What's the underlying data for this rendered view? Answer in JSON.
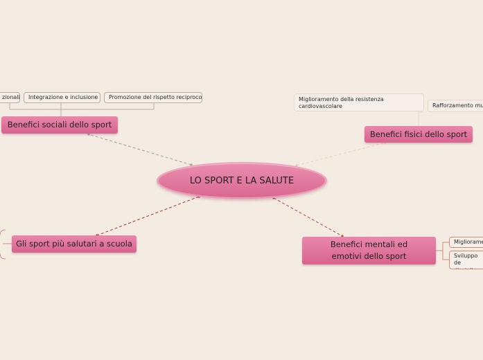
{
  "central": {
    "label": "LO SPORT E LA SALUTE"
  },
  "topics": {
    "sociali": {
      "label": "Benefici sociali dello sport",
      "subtopics": [
        "zionali",
        "Integrazione e inclusione",
        "Promozione del rispetto reciproco"
      ]
    },
    "fisici": {
      "label": "Benefici fisici dello sport",
      "subtopics": [
        "Miglioramento della resistenza cardiovascolare",
        "Rafforzamento mu"
      ]
    },
    "scuola": {
      "label": "Gli sport più salutari a scuola",
      "subtopics": []
    },
    "mentali": {
      "label": "Benefici mentali ed emotivi dello sport",
      "subtopics": [
        "Miglioramen",
        "Sviluppo de disciplina"
      ]
    }
  },
  "colors": {
    "background": "#f4ebe3",
    "topic": "#e07a9f",
    "central": "#e27aa0",
    "link_sociali": "#a8ab9a",
    "link_fisici": "#e8d6c6",
    "link_scuola": "#a9483c",
    "link_mentali": "#b55a44"
  }
}
